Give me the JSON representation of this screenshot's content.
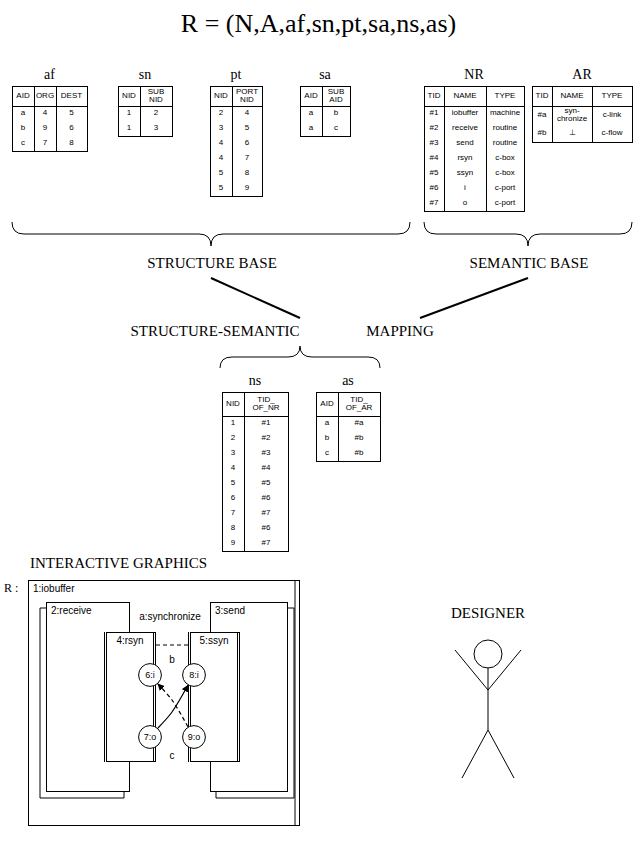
{
  "diagram": {
    "title": "R = (N,A,af,sn,pt,sa,ns,as)",
    "nodes": [
      {
        "text": [
          "1:iobuffer"
        ]
      },
      {
        "text": [
          "2:receive"
        ],
        "in": 0
      },
      {
        "text": [
          "3:send"
        ],
        "in": 0
      },
      {
        "text": [
          "4:rsyn"
        ],
        "in": 1
      },
      {
        "text": [
          "5:ssyn"
        ],
        "in": 2
      },
      {
        "text": [
          "6:i"
        ],
        "in": 3
      },
      {
        "text": [
          "7:o"
        ],
        "in": 3
      },
      {
        "text": [
          "8:i"
        ],
        "in": 4
      },
      {
        "text": [
          "9:o"
        ],
        "in": 4
      }
    ],
    "edges": [
      {
        "from": 3,
        "to": 4,
        "arrow": "none",
        "label": "a:synchronize"
      },
      {
        "from": 8,
        "to": 5,
        "arrow": "to",
        "label": "b"
      },
      {
        "from": 6,
        "to": 7,
        "arrow": "to",
        "label": "c"
      }
    ],
    "labels": [
      "af",
      "AID",
      "ORG",
      "DEST",
      "a",
      "4",
      "5",
      "b",
      "9",
      "6",
      "c",
      "7",
      "8",
      "sn",
      "NID",
      "SUB NID",
      "1",
      "2",
      "1",
      "3",
      "pt",
      "NID",
      "PORT NID",
      "2",
      "4",
      "3",
      "5",
      "4",
      "6",
      "4",
      "7",
      "5",
      "8",
      "5",
      "9",
      "sa",
      "AID",
      "SUB AID",
      "a",
      "b",
      "a",
      "c",
      "NR",
      "TID",
      "NAME",
      "TYPE",
      "#1",
      "iobuffer",
      "machine",
      "#2",
      "receive",
      "routine",
      "#3",
      "send",
      "routine",
      "#4",
      "rsyn",
      "c-box",
      "#5",
      "ssyn",
      "c-box",
      "#6",
      "i",
      "c-port",
      "#7",
      "o",
      "c-port",
      "AR",
      "TID",
      "NAME",
      "TYPE",
      "#a",
      "syn- chronize",
      "c-link",
      "#b",
      "⊥",
      "c-flow",
      "STRUCTURE BASE",
      "SEMANTIC BASE",
      "STRUCTURE-SEMANTIC",
      "MAPPING",
      "ns",
      "NID",
      "TID_ OF_NR",
      "1",
      "#1",
      "2",
      "#2",
      "3",
      "#3",
      "4",
      "#4",
      "5",
      "#5",
      "6",
      "#6",
      "7",
      "#7",
      "8",
      "#6",
      "9",
      "#7",
      "as",
      "AID",
      "TID_ OF_AR",
      "a",
      "#a",
      "b",
      "#b",
      "c",
      "#b",
      "INTERACTIVE GRAPHICS",
      "R :",
      "DESIGNER"
    ]
  }
}
